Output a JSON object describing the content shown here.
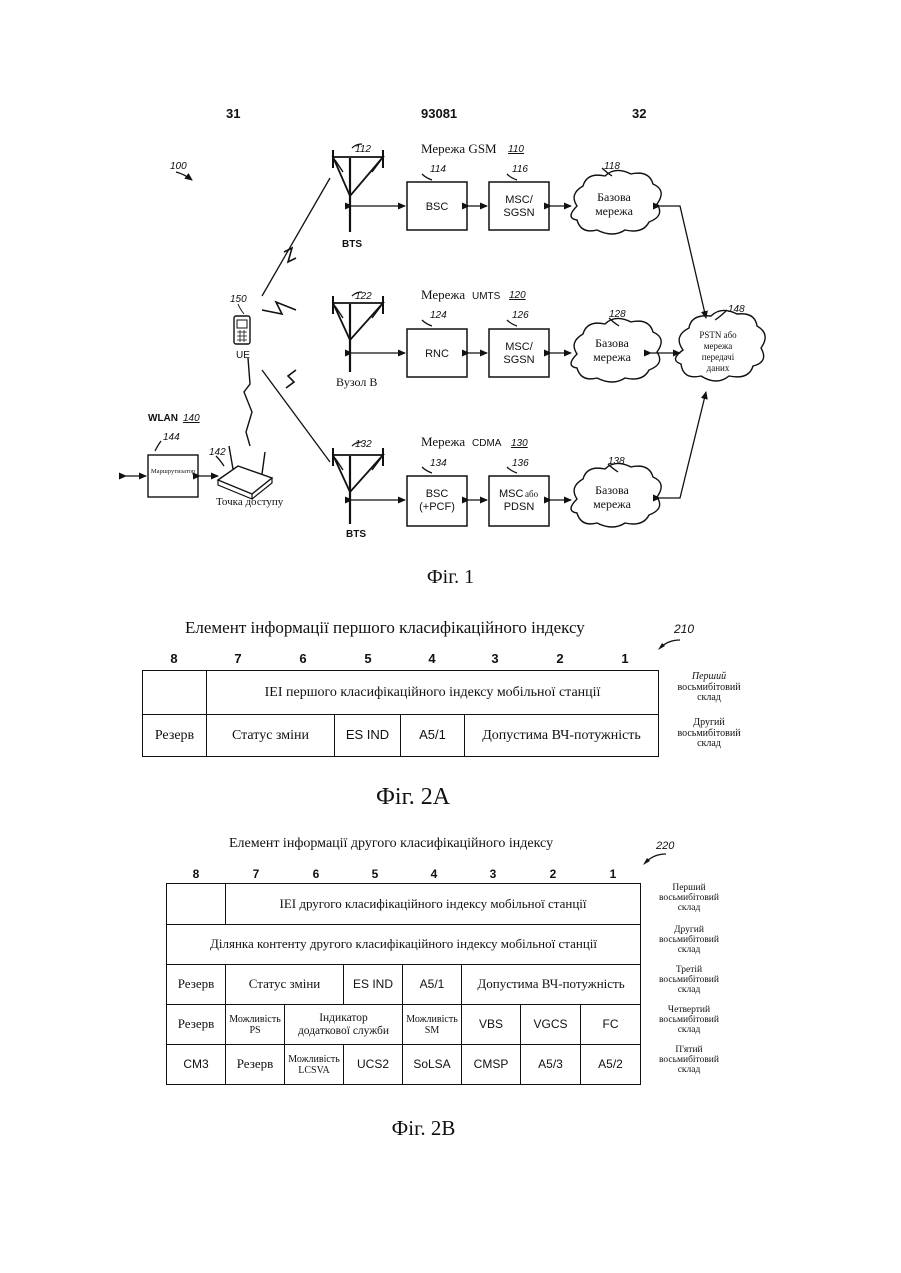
{
  "header": {
    "left": "31",
    "center": "93081",
    "right": "32"
  },
  "fig1": {
    "ref100": "100",
    "gsm": {
      "title": "Мережа GSM",
      "num": "110",
      "bts_num": "112",
      "bts_label": "BTS",
      "bsc_num": "114",
      "bsc": "BSC",
      "msc_num": "116",
      "msc1": "MSC/",
      "msc2": "SGSN",
      "core_num": "118",
      "core1": "Базова",
      "core2": "мережа"
    },
    "umts": {
      "title": "Мережа",
      "title2": "UMTS",
      "num": "120",
      "node_num": "122",
      "node_label": "Вузол В",
      "rnc_num": "124",
      "rnc": "RNC",
      "msc_num": "126",
      "msc1": "MSC/",
      "msc2": "SGSN",
      "core_num": "128",
      "core1": "Базова",
      "core2": "мережа"
    },
    "cdma": {
      "title": "Мережа",
      "title2": "CDMA",
      "num": "130",
      "bts_num": "132",
      "bts_label": "BTS",
      "bsc_num": "134",
      "bsc1": "BSC",
      "bsc2": "(+PCF)",
      "msc_num": "136",
      "msc1": "MSC",
      "msc1b": "або",
      "msc2": "PDSN",
      "core_num": "138",
      "core1": "Базова",
      "core2": "мережа"
    },
    "pstn": {
      "num": "148",
      "l1": "PSTN або",
      "l2": "мережа",
      "l3": "передачі",
      "l4": "даних"
    },
    "ue": {
      "num": "150",
      "label": "UE"
    },
    "wlan": {
      "title": "WLAN",
      "num": "140",
      "router_num": "144",
      "router": "Маршрутизатор",
      "ap_num": "142",
      "ap_label": "Точка доступу"
    },
    "caption": "Фіг. 1"
  },
  "fig2a": {
    "title": "Елемент інформації першого класифікаційного індексу",
    "ref": "210",
    "bits": [
      "8",
      "7",
      "6",
      "5",
      "4",
      "3",
      "2",
      "1"
    ],
    "row1": {
      "iei": "IEI першого класифікаційного індексу мобільної станції"
    },
    "row2": {
      "reserve": "Резерв",
      "rev": "Статус зміни",
      "esind": "ES IND",
      "a51": "A5/1",
      "rf": "Допустима ВЧ-потужність"
    },
    "side1": [
      "Перший",
      "восьмибітовий",
      "склад"
    ],
    "side2": [
      "Другий",
      "восьмибітовий",
      "склад"
    ],
    "caption": "Фіг. 2A"
  },
  "fig2b": {
    "title": "Елемент інформації другого класифікаційного індексу",
    "ref": "220",
    "bits": [
      "8",
      "7",
      "6",
      "5",
      "4",
      "3",
      "2",
      "1"
    ],
    "row1": {
      "iei": "IEI другого класифікаційного індексу мобільної станції"
    },
    "row2": {
      "content": "Ділянка контенту другого класифікаційного індексу мобільної станції"
    },
    "row3": {
      "reserve": "Резерв",
      "rev": "Статус зміни",
      "esind": "ES IND",
      "a51": "A5/1",
      "rf": "Допустима ВЧ-потужність"
    },
    "row4": {
      "reserve": "Резерв",
      "ps1": "Можливість",
      "ps2": "PS",
      "ss1": "Індикатор",
      "ss2": "додаткової служби",
      "sm1": "Можливість",
      "sm2": "SM",
      "vbs": "VBS",
      "vgcs": "VGCS",
      "fc": "FC"
    },
    "row5": {
      "cm3": "CM3",
      "reserve": "Резерв",
      "lcsva1": "Можливість",
      "lcsva2": "LCSVA",
      "ucs2": "UCS2",
      "solsa": "SoLSA",
      "cmsp": "CMSP",
      "a53": "A5/3",
      "a52": "A5/2"
    },
    "side1": [
      "Перший",
      "восьмибітовий",
      "склад"
    ],
    "side2": [
      "Другий",
      "восьмибітовий",
      "склад"
    ],
    "side3": [
      "Третій",
      "восьмибітовий",
      "склад"
    ],
    "side4": [
      "Четвертий",
      "восьмибітовий",
      "склад"
    ],
    "side5": [
      "П'ятий",
      "восьмибітовий",
      "склад"
    ],
    "caption": "Фіг. 2B"
  }
}
